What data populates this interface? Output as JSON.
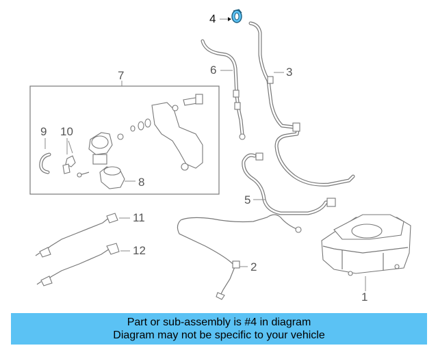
{
  "callouts": {
    "c1": "1",
    "c2": "2",
    "c3": "3",
    "c4": "4",
    "c5": "5",
    "c6": "6",
    "c7": "7",
    "c8": "8",
    "c9": "9",
    "c10": "10",
    "c11": "11",
    "c12": "12"
  },
  "highlight_color": "#5bc2f4",
  "banner": {
    "line1": "Part or sub-assembly is #4 in diagram",
    "line2": "Diagram may not be specific to your vehicle"
  }
}
